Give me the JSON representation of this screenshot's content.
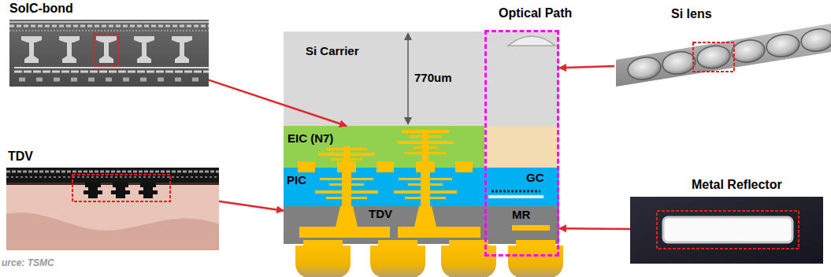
{
  "diagram": {
    "nodes": [
      {
        "text": [
          "SoIC-bond"
        ]
      },
      {
        "text": [
          "TDV"
        ]
      },
      {
        "text": [
          "Si Carrier"
        ]
      },
      {
        "text": [
          "EIC (N7)"
        ]
      },
      {
        "text": [
          "PIC",
          "GC"
        ]
      },
      {
        "text": [
          "TDV",
          "MR"
        ]
      },
      {
        "text": [
          "Optical Path"
        ]
      },
      {
        "text": [
          "Si lens"
        ]
      },
      {
        "text": [
          "Metal Reflector"
        ]
      }
    ],
    "edges": [
      {
        "from": 0,
        "to": 3,
        "arrow": "to"
      },
      {
        "from": 1,
        "to": 5,
        "arrow": "to"
      },
      {
        "from": 7,
        "to": 6,
        "arrow": "to"
      },
      {
        "from": 8,
        "to": 6,
        "arrow": "to"
      }
    ],
    "labels": [
      "770um",
      "urce: TSMC"
    ]
  }
}
